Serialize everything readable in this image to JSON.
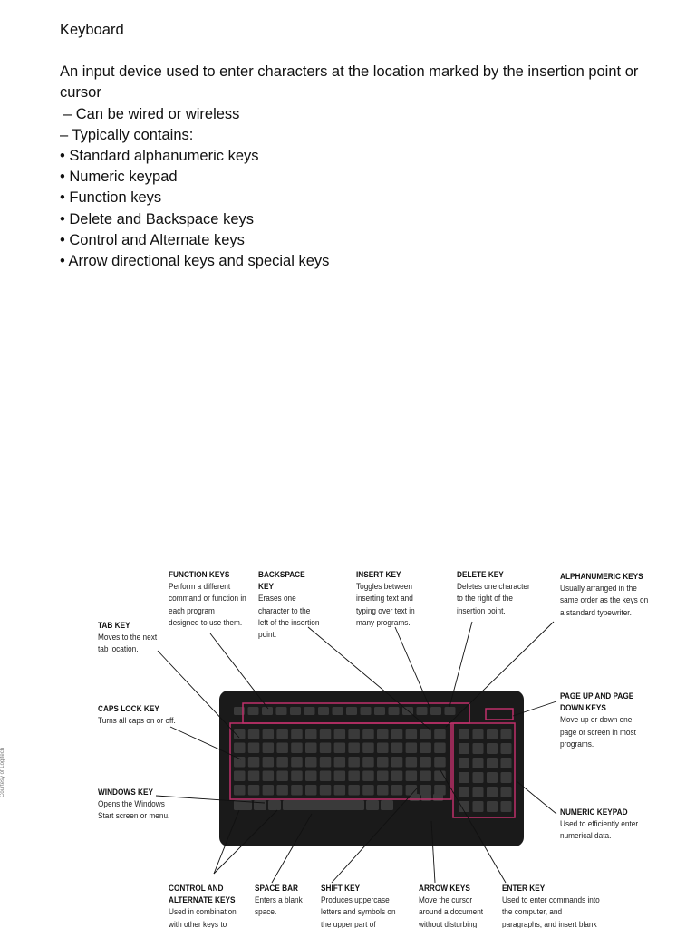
{
  "title": "Keyboard",
  "intro": "An input device used to enter characters at the location marked by the insertion point or cursor",
  "dash_items": [
    "– Can be wired or wireless",
    "– Typically contains:"
  ],
  "bullets": [
    "Standard alphanumeric keys",
    "Numeric keypad",
    "Function keys",
    "Delete and Backspace keys",
    "Control and Alternate keys",
    "Arrow directional keys and special keys"
  ],
  "figure": {
    "credit": "Courtesy of Logitech",
    "colors": {
      "highlight": "#c0306a",
      "keyboard_body": "#1a1a1a",
      "key": "#3a3a3a"
    },
    "labels": {
      "function_keys": {
        "heading": "FUNCTION KEYS",
        "text": "Perform a different command or function in each program designed to use them."
      },
      "backspace_key": {
        "heading": "BACKSPACE KEY",
        "text": "Erases one character to the left of the insertion point."
      },
      "insert_key": {
        "heading": "INSERT KEY",
        "text": "Toggles between inserting text and typing over text in many programs."
      },
      "delete_key": {
        "heading": "DELETE KEY",
        "text": "Deletes one character to the right of the insertion point."
      },
      "alphanumeric_keys": {
        "heading": "ALPHANUMERIC KEYS",
        "text": "Usually arranged in the same order as the keys on a standard typewriter."
      },
      "tab_key": {
        "heading": "TAB KEY",
        "text": "Moves to the next tab location."
      },
      "caps_lock_key": {
        "heading": "CAPS LOCK KEY",
        "text": "Turns all caps on or off."
      },
      "page_keys": {
        "heading": "PAGE UP AND PAGE DOWN KEYS",
        "text": "Move up or down one page or screen in most programs."
      },
      "windows_key": {
        "heading": "WINDOWS KEY",
        "text": "Opens the Windows Start screen or menu."
      },
      "numeric_keypad": {
        "heading": "NUMERIC KEYPAD",
        "text": "Used to efficiently enter numerical data."
      },
      "control_alt_keys": {
        "heading": "CONTROL AND ALTERNATE KEYS",
        "text": "Used in combination with other keys to"
      },
      "space_bar": {
        "heading": "SPACE BAR",
        "text": "Enters a blank space."
      },
      "shift_key": {
        "heading": "SHIFT KEY",
        "text": "Produces uppercase letters and symbols on the upper part of certain"
      },
      "arrow_keys": {
        "heading": "ARROW KEYS",
        "text": "Move the cursor around a document without disturbing"
      },
      "enter_key": {
        "heading": "ENTER KEY",
        "text": "Used to enter commands into the computer, and paragraphs, and insert blank"
      }
    }
  }
}
